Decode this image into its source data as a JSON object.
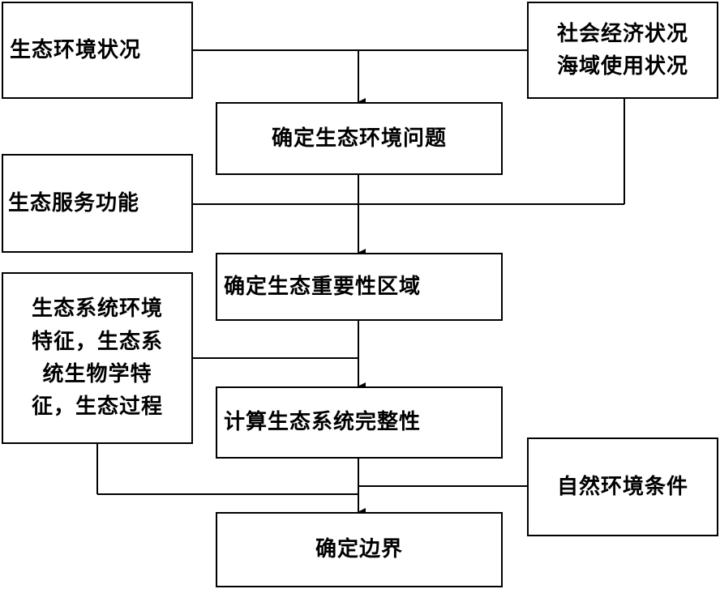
{
  "nodes": {
    "eco_env_status": "生态环境状况",
    "socio_economic": "社会经济状况\n海域使用状况",
    "determine_eco_problem": "确定生态环境问题",
    "eco_service_function": "生态服务功能",
    "determine_important_area": "确定生态重要性区域",
    "ecosystem_features": "生态系统环境\n特征，生态系\n统生物学特\n征，生态过程",
    "compute_integrity": "计算生态系统完整性",
    "natural_env_conditions": "自然环境条件",
    "determine_boundary": "确定边界"
  },
  "colors": {
    "line": "#000000",
    "box_border": "#000000",
    "background": "#ffffff"
  }
}
